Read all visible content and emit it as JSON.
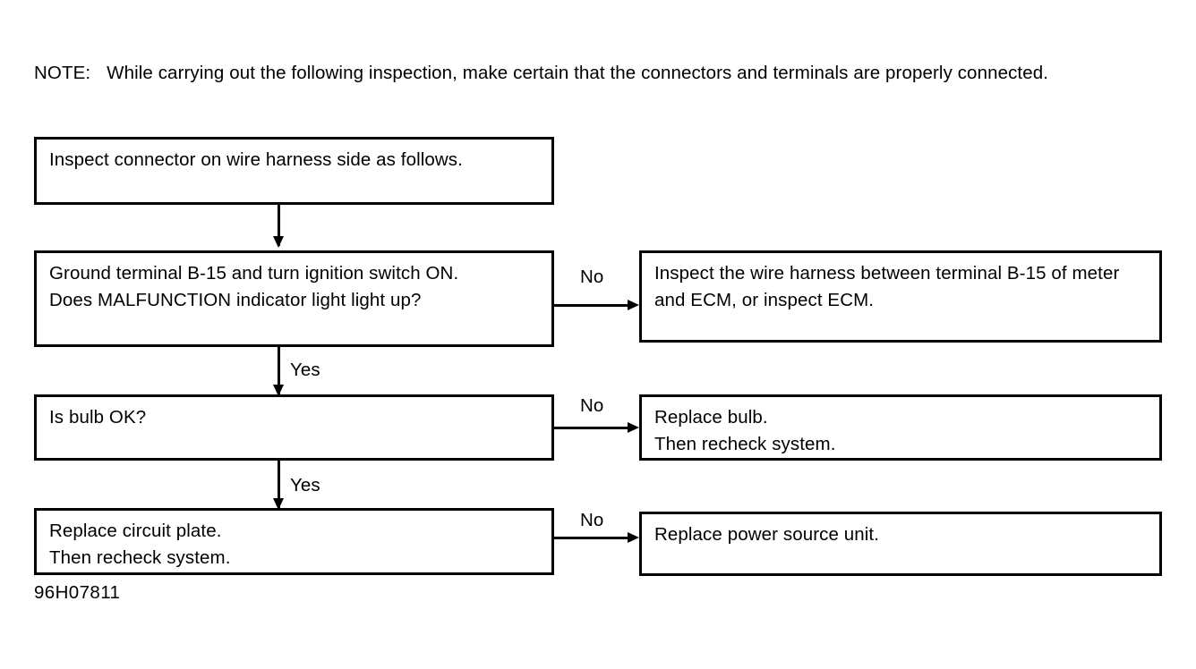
{
  "document": {
    "figure_id": "96H07811",
    "note": {
      "label": "NOTE:",
      "text": "While carrying out the following inspection, make certain that the connectors and terminals are properly connected."
    }
  },
  "flowchart": {
    "type": "diagnostic-flow-chart",
    "nodes": [
      {
        "id": "n1",
        "column": "left",
        "row": 1,
        "text": "Inspect connector on wire harness side as follows."
      },
      {
        "id": "n2",
        "column": "left",
        "row": 2,
        "text": "Ground terminal B-15 and turn ignition switch ON.\nDoes MALFUNCTION indicator light light up?"
      },
      {
        "id": "n3",
        "column": "left",
        "row": 3,
        "text": "Is bulb OK?"
      },
      {
        "id": "n4",
        "column": "left",
        "row": 4,
        "text": "Replace circuit plate.\nThen recheck system."
      },
      {
        "id": "r2",
        "column": "right",
        "row": 2,
        "text": "Inspect the wire harness between terminal B-15 of meter and ECM, or inspect ECM."
      },
      {
        "id": "r3",
        "column": "right",
        "row": 3,
        "text": "Replace bulb.\nThen recheck system."
      },
      {
        "id": "r4",
        "column": "right",
        "row": 4,
        "text": "Replace power source unit."
      }
    ],
    "branch_labels": {
      "no_row2": "No",
      "no_row3": "No",
      "no_row4": "No",
      "yes_row2": "Yes",
      "yes_row3": "Yes"
    },
    "colors": {
      "ink": "#000000",
      "paper": "#ffffff"
    }
  }
}
